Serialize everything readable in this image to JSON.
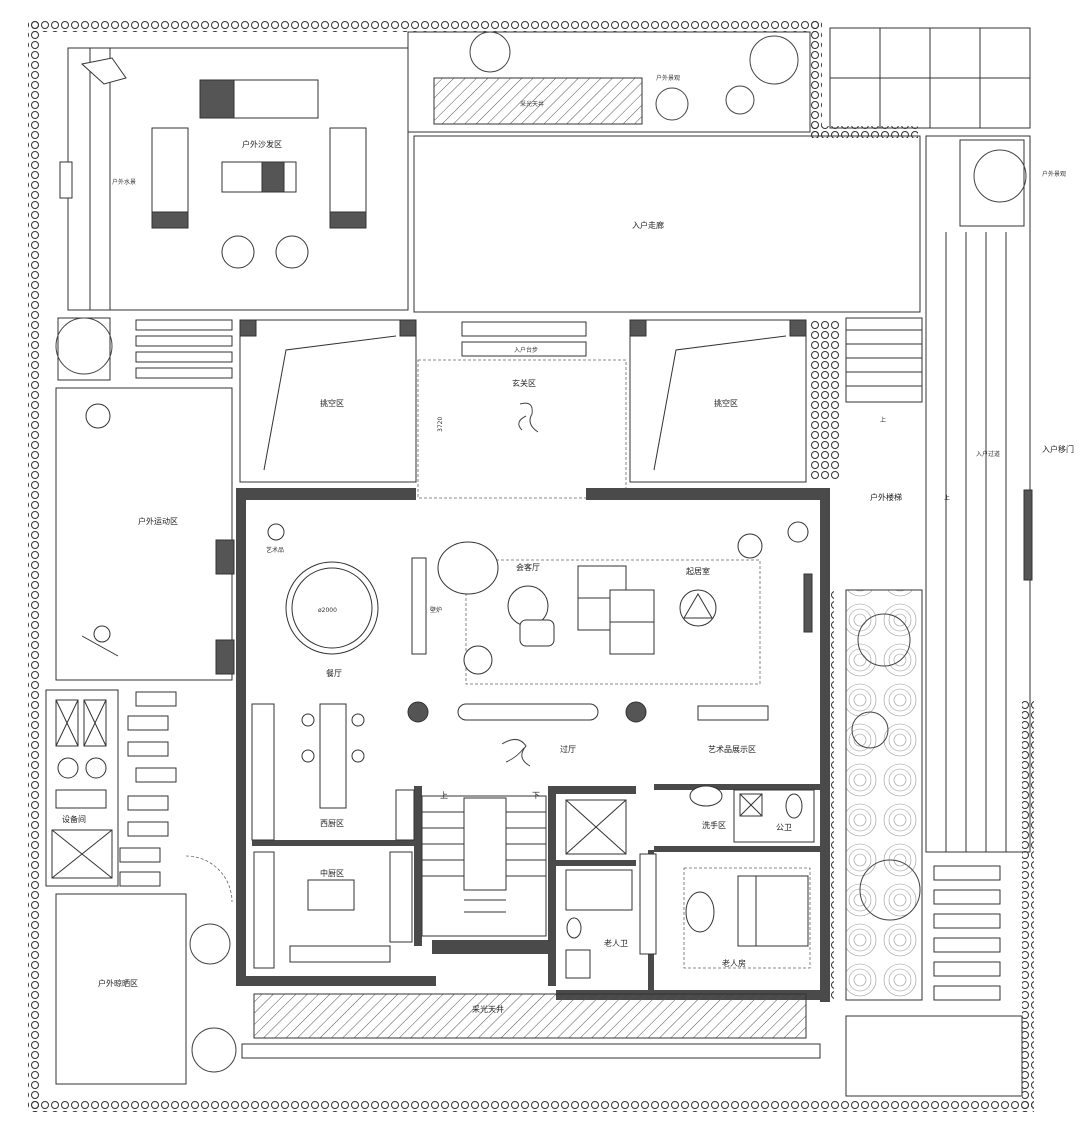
{
  "rooms": {
    "outdoor_sofa": "户外沙发区",
    "outdoor_water": "户外水景",
    "skylight_top": "采光天井",
    "landscape_top": "户外景观",
    "entry_corridor": "入户走廊",
    "entry_steps": "入户台步",
    "foyer": "玄关区",
    "void_left": "挑空区",
    "void_right": "挑空区",
    "dimension_3720": "3720",
    "outdoor_sports": "户外运动区",
    "reception": "会客厅",
    "living": "起居室",
    "dining": "餐厅",
    "table_size": "ø2000",
    "fireplace": "壁炉",
    "artwork": "艺术品",
    "corridor": "过厅",
    "art_display": "艺术品展示区",
    "western_kitchen": "西厨区",
    "chinese_kitchen": "中厨区",
    "wash": "洗手区",
    "public_wc": "公卫",
    "elder_room": "老人房",
    "elder_bath": "老人卫",
    "equipment": "设备间",
    "outdoor_drying": "户外晾晒区",
    "skylight_bottom": "采光天井",
    "outdoor_stairs": "户外楼梯",
    "entry_gate": "入户移门",
    "up": "上",
    "down": "下",
    "landscape_right": "户外景观",
    "entry_path": "入户过道"
  },
  "icons": [
    "plant-icon",
    "tree-icon",
    "stairs-icon",
    "door-swing-icon",
    "toilet-icon",
    "bed-icon",
    "sofa-icon",
    "dining-table-icon"
  ],
  "colors": {
    "wall": "#4a4a4a",
    "line": "#333333",
    "background": "#ffffff"
  }
}
